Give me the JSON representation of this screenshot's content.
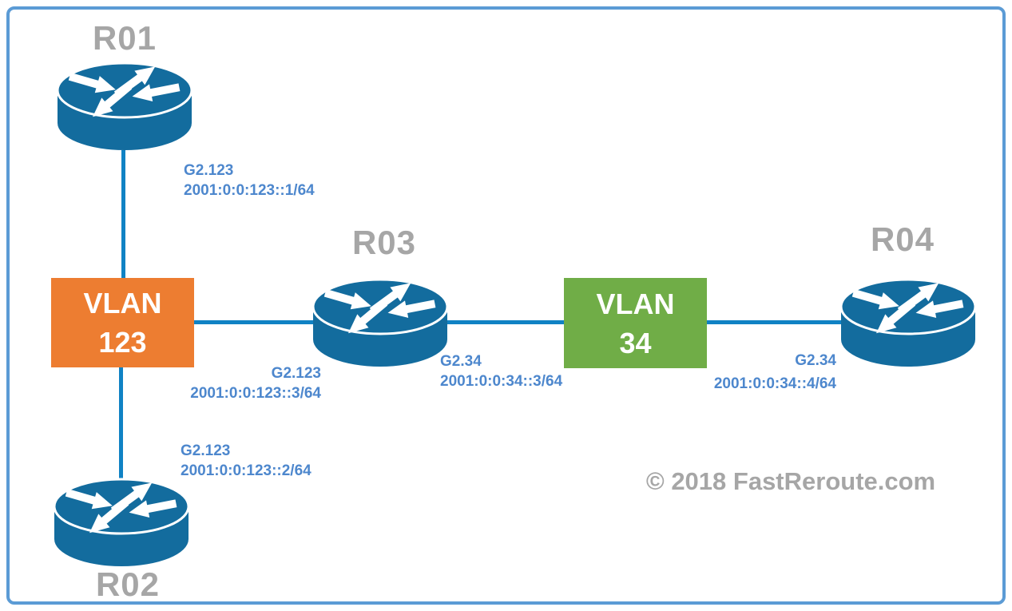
{
  "nodes": {
    "r01": {
      "label": "R01"
    },
    "r02": {
      "label": "R02"
    },
    "r03": {
      "label": "R03"
    },
    "r04": {
      "label": "R04"
    }
  },
  "vlans": {
    "vlan123": {
      "name": "VLAN",
      "id": "123"
    },
    "vlan34": {
      "name": "VLAN",
      "id": "34"
    }
  },
  "interfaces": {
    "r01": {
      "port": "G2.123",
      "address": "2001:0:0:123::1/64"
    },
    "r02": {
      "port": "G2.123",
      "address": "2001:0:0:123::2/64"
    },
    "r03_vlan123": {
      "port": "G2.123",
      "address": "2001:0:0:123::3/64"
    },
    "r03_vlan34": {
      "port": "G2.34",
      "address": "2001:0:0:34::3/64"
    },
    "r04": {
      "port": "G2.34",
      "address": "2001:0:0:34::4/64"
    }
  },
  "footer": {
    "copyright": "© 2018 FastReroute.com"
  },
  "colors": {
    "router_blue": "#136c9e",
    "link_blue": "#1082c4",
    "border_blue": "#5b9bd5",
    "vlan123_orange": "#ed7d31",
    "vlan34_green": "#70ad47",
    "label_gray": "#a6a6a6",
    "interface_text_blue": "#4d87cd"
  }
}
